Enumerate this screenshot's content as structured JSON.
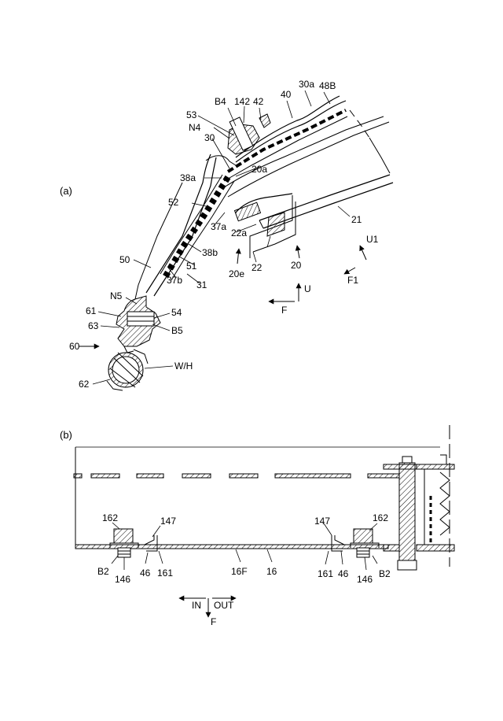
{
  "panels": [
    {
      "id": "a",
      "label": "(a)"
    },
    {
      "id": "b",
      "label": "(b)"
    }
  ],
  "labels_a": [
    "B4",
    "142",
    "42",
    "40",
    "30a",
    "48B",
    "53",
    "N4",
    "30",
    "20a",
    "38a",
    "52",
    "37a",
    "22a",
    "21",
    "U1",
    "38b",
    "50",
    "51",
    "37b",
    "31",
    "20e",
    "22",
    "20",
    "F1",
    "U",
    "F",
    "N5",
    "61",
    "54",
    "63",
    "B5",
    "60",
    "W/H",
    "62"
  ],
  "labels_b": [
    "162",
    "147",
    "147",
    "162",
    "B2",
    "146",
    "46",
    "161",
    "16F",
    "16",
    "161",
    "46",
    "146",
    "B2",
    "IN",
    "OUT",
    "F"
  ]
}
